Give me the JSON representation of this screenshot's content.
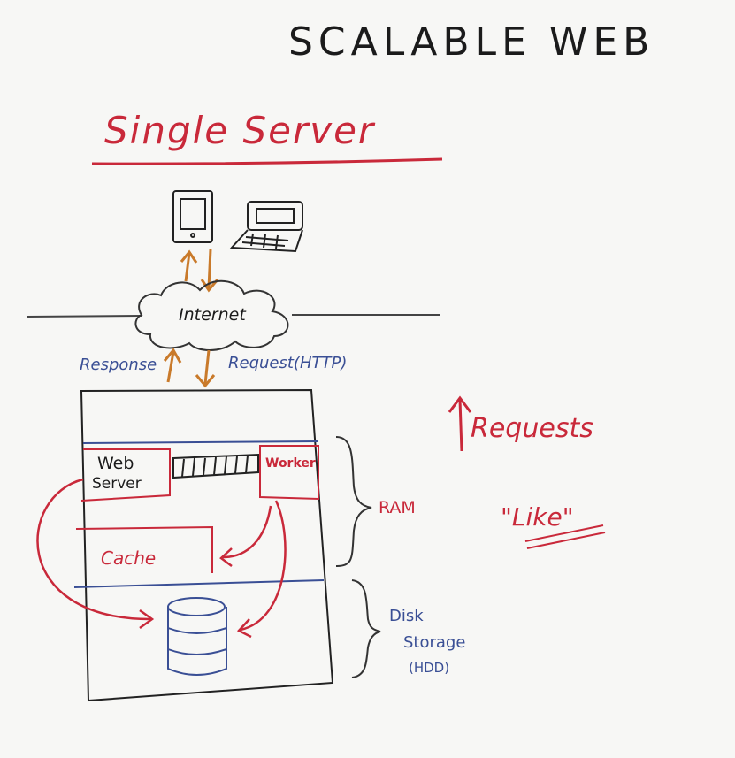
{
  "title": "SCALABLE WEB",
  "heading": "Single Server",
  "network": {
    "label": "Internet"
  },
  "flows": {
    "response": "Response",
    "request": "Request(HTTP)"
  },
  "server": {
    "web_server_line1": "Web",
    "web_server_line2": "Server",
    "worker": "Worker",
    "cache": "Cache",
    "ram": "RAM",
    "disk_line1": "Disk",
    "disk_line2": "Storage",
    "disk_line3": "(HDD)"
  },
  "notes": {
    "requests": "Requests",
    "like": "\"Like\""
  },
  "colors": {
    "ink": "#1b1b1b",
    "red": "#c9293a",
    "blue": "#3a4f95",
    "board": "#f7f7f5"
  },
  "icons": [
    "phone-icon",
    "laptop-icon",
    "cloud-icon",
    "database-icon"
  ]
}
